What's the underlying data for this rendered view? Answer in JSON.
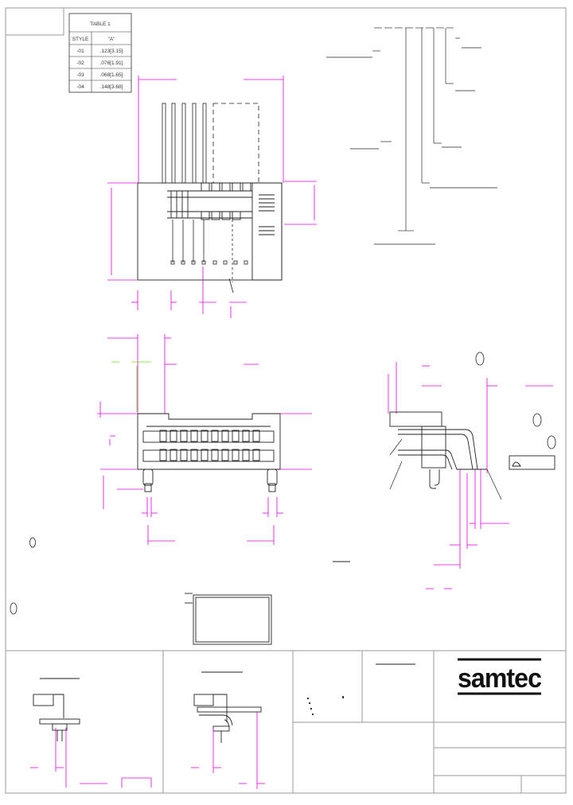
{
  "table1": {
    "title": "TABLE 1",
    "headers": [
      "STYLE",
      "\"A\""
    ],
    "rows": [
      {
        "style": "-01",
        "value": ".123[3.15]"
      },
      {
        "style": "-02",
        "value": ".076[1.91]"
      },
      {
        "style": "-03",
        "value": ".068[1.65]"
      },
      {
        "style": "-04",
        "value": ".148[3.68]"
      }
    ]
  },
  "colors": {
    "dimension": "#e000e0",
    "dimension_alt": "#6ee000",
    "outline": "#222222",
    "frame": "#999999"
  },
  "brand": {
    "logo_text": "samtec"
  }
}
